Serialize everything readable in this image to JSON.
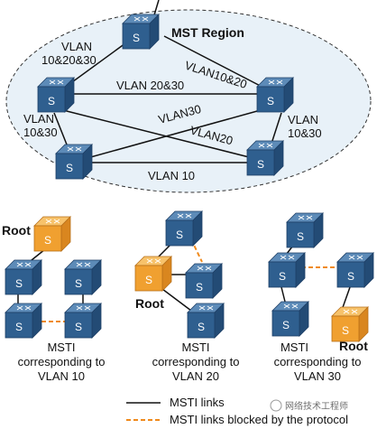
{
  "region": {
    "title": "MST Region",
    "link_labels": {
      "top_left": [
        "VLAN",
        "10&20&30"
      ],
      "top_right": "VLAN10&20",
      "middle": "VLAN 20&30",
      "left": [
        "VLAN",
        "10&30"
      ],
      "right": [
        "VLAN",
        "10&30"
      ],
      "diag_30": "VLAN30",
      "diag_20": "VLAN20",
      "bottom": "VLAN 10"
    }
  },
  "switch_glyph": "S",
  "msti": [
    {
      "caption": [
        "MSTI",
        "corresponding to",
        "VLAN 10"
      ],
      "root_label": "Root"
    },
    {
      "caption": [
        "MSTI",
        "corresponding to",
        "VLAN 20"
      ],
      "root_label": "Root"
    },
    {
      "caption": [
        "MSTI",
        "corresponding to",
        "VLAN 30"
      ],
      "root_label": "Root"
    }
  ],
  "legend": {
    "solid": "MSTI links",
    "dashed": "MSTI  links blocked by the protocol"
  },
  "watermark": "网络技术工程师",
  "colors": {
    "switch_blue": "#2f5f8f",
    "switch_blue_top": "#5d8bb8",
    "switch_orange": "#f0a030",
    "switch_orange_top": "#f7c26a",
    "blocked_link": "#f08a1c",
    "region_fill": "#e8f1f8"
  }
}
